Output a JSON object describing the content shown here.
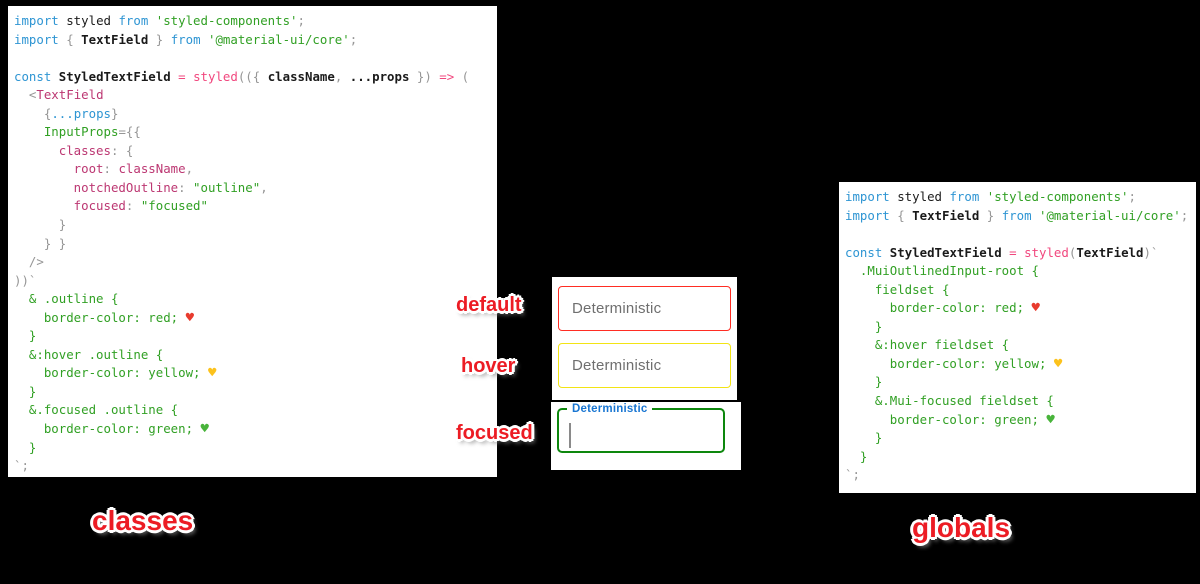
{
  "colors": {
    "background": "#000000",
    "panel_bg": "#ffffff",
    "keyword_blue": "#2e95d3",
    "string_green": "#31a024",
    "property_magenta": "#bc3772",
    "operator_pink": "#f1477e",
    "punctuation_gray": "#969696",
    "annotation_red": "#ec1c24",
    "field_default_border": "#ff2d23",
    "field_hover_border": "#f2e414",
    "field_focused_border": "#0d870d",
    "field_focused_label_blue": "#1976d2",
    "placeholder_gray": "#6f6f6f",
    "heart_red": "#e83b2e",
    "heart_yellow": "#fcc21c",
    "heart_green": "#49b43b"
  },
  "left_code": {
    "lines": [
      [
        [
          "kw",
          "import"
        ],
        [
          "pl",
          " styled "
        ],
        [
          "kw",
          "from"
        ],
        [
          "str",
          " 'styled-components'"
        ],
        [
          "pun",
          ";"
        ]
      ],
      [
        [
          "kw",
          "import"
        ],
        [
          "pun",
          " { "
        ],
        [
          "id",
          "TextField"
        ],
        [
          "pun",
          " } "
        ],
        [
          "kw",
          "from"
        ],
        [
          "str",
          " '@material-ui/core'"
        ],
        [
          "pun",
          ";"
        ]
      ],
      [],
      [
        [
          "kw",
          "const"
        ],
        [
          "id",
          " StyledTextField "
        ],
        [
          "op",
          "="
        ],
        [
          "pl",
          " "
        ],
        [
          "fn",
          "styled"
        ],
        [
          "pun",
          "(({ "
        ],
        [
          "id",
          "className"
        ],
        [
          "pun",
          ", "
        ],
        [
          "id",
          "...props"
        ],
        [
          "pun",
          " }) "
        ],
        [
          "op",
          "=>"
        ],
        [
          "pun",
          " ("
        ]
      ],
      [
        [
          "pun",
          "  <"
        ],
        [
          "tag",
          "TextField"
        ]
      ],
      [
        [
          "pun",
          "    {"
        ],
        [
          "expr",
          "...props"
        ],
        [
          "pun",
          "}"
        ]
      ],
      [
        [
          "attr",
          "    InputProps"
        ],
        [
          "pun",
          "={{"
        ]
      ],
      [
        [
          "prop",
          "      classes"
        ],
        [
          "pun",
          ": {"
        ]
      ],
      [
        [
          "prop",
          "        root"
        ],
        [
          "pun",
          ": "
        ],
        [
          "prop",
          "className"
        ],
        [
          "pun",
          ","
        ]
      ],
      [
        [
          "prop",
          "        notchedOutline"
        ],
        [
          "pun",
          ": "
        ],
        [
          "str",
          "\"outline\""
        ],
        [
          "pun",
          ","
        ]
      ],
      [
        [
          "prop",
          "        focused"
        ],
        [
          "pun",
          ": "
        ],
        [
          "str",
          "\"focused\""
        ]
      ],
      [
        [
          "pun",
          "      }"
        ]
      ],
      [
        [
          "pun",
          "    } }"
        ]
      ],
      [
        [
          "pun",
          "  />"
        ]
      ],
      [
        [
          "pun",
          "))`"
        ]
      ],
      [
        [
          "css",
          "  & .outline {"
        ]
      ],
      [
        [
          "css",
          "    border-color: red; "
        ],
        [
          "hr",
          "♥"
        ]
      ],
      [
        [
          "css",
          "  }"
        ]
      ],
      [
        [
          "css",
          "  &:hover .outline {"
        ]
      ],
      [
        [
          "css",
          "    border-color: yellow; "
        ],
        [
          "hy",
          "♥"
        ]
      ],
      [
        [
          "css",
          "  }"
        ]
      ],
      [
        [
          "css",
          "  &.focused .outline {"
        ]
      ],
      [
        [
          "css",
          "    border-color: green; "
        ],
        [
          "hg",
          "♥"
        ]
      ],
      [
        [
          "css",
          "  }"
        ]
      ],
      [
        [
          "pun",
          "`;"
        ]
      ]
    ]
  },
  "right_code": {
    "lines": [
      [
        [
          "kw",
          "import"
        ],
        [
          "pl",
          " styled "
        ],
        [
          "kw",
          "from"
        ],
        [
          "str",
          " 'styled-components'"
        ],
        [
          "pun",
          ";"
        ]
      ],
      [
        [
          "kw",
          "import"
        ],
        [
          "pun",
          " { "
        ],
        [
          "id",
          "TextField"
        ],
        [
          "pun",
          " } "
        ],
        [
          "kw",
          "from"
        ],
        [
          "str",
          " '@material-ui/core'"
        ],
        [
          "pun",
          ";"
        ]
      ],
      [],
      [
        [
          "kw",
          "const"
        ],
        [
          "id",
          " StyledTextField "
        ],
        [
          "op",
          "="
        ],
        [
          "pl",
          " "
        ],
        [
          "fn",
          "styled"
        ],
        [
          "pun",
          "("
        ],
        [
          "id",
          "TextField"
        ],
        [
          "pun",
          ")`"
        ]
      ],
      [
        [
          "css",
          "  .MuiOutlinedInput-root {"
        ]
      ],
      [
        [
          "css",
          "    fieldset {"
        ]
      ],
      [
        [
          "css",
          "      border-color: red; "
        ],
        [
          "hr",
          "♥"
        ]
      ],
      [
        [
          "css",
          "    }"
        ]
      ],
      [
        [
          "css",
          "    &:hover fieldset {"
        ]
      ],
      [
        [
          "css",
          "      border-color: yellow; "
        ],
        [
          "hy",
          "♥"
        ]
      ],
      [
        [
          "css",
          "    }"
        ]
      ],
      [
        [
          "css",
          "    &.Mui-focused fieldset {"
        ]
      ],
      [
        [
          "css",
          "      border-color: green; "
        ],
        [
          "hg",
          "♥"
        ]
      ],
      [
        [
          "css",
          "    }"
        ]
      ],
      [
        [
          "css",
          "  }"
        ]
      ],
      [
        [
          "pun",
          "`;"
        ]
      ]
    ]
  },
  "textfields": {
    "default": {
      "placeholder": "Deterministic",
      "border_color": "#ff2d23"
    },
    "hover": {
      "placeholder": "Deterministic",
      "border_color": "#f2e414"
    },
    "focused": {
      "label": "Deterministic",
      "value": "",
      "border_color": "#0d870d"
    }
  },
  "annotations": {
    "default": "default",
    "hover": "hover",
    "focused": "focused",
    "classes": "classes",
    "globals": "globals"
  }
}
